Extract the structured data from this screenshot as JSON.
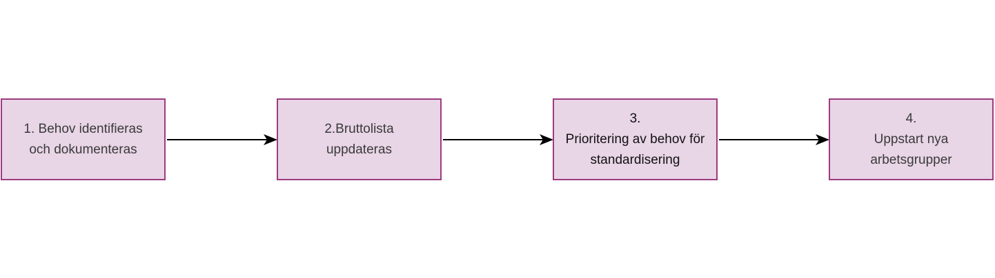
{
  "steps": [
    {
      "lines": [
        "1. Behov identifieras",
        "och dokumenteras"
      ]
    },
    {
      "lines": [
        "2.Bruttolista",
        "uppdateras"
      ]
    },
    {
      "lines": [
        "3.",
        "Prioritering av behov för",
        "standardisering"
      ]
    },
    {
      "lines": [
        "4.",
        "Uppstart nya",
        "arbetsgrupper"
      ]
    }
  ],
  "colors": {
    "box_fill": "#e8d5e6",
    "box_border": "#9c3b7f",
    "arrow": "#000000"
  }
}
